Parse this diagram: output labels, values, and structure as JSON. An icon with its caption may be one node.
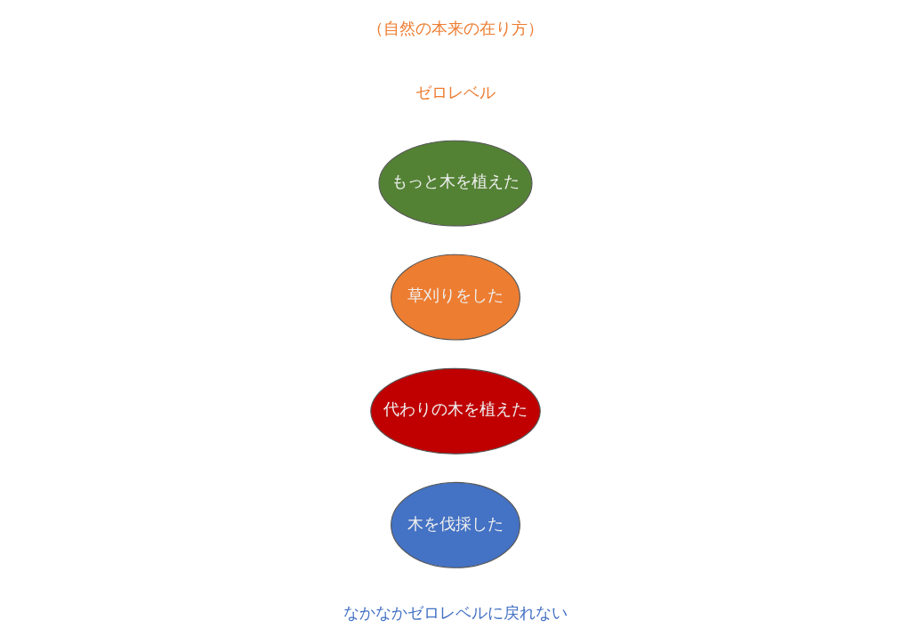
{
  "diagram": {
    "nodes": [
      {
        "text": [
          "木を伐採した"
        ]
      },
      {
        "text": [
          "代わりの木を植えた"
        ]
      },
      {
        "text": [
          "草刈りをした"
        ]
      },
      {
        "text": [
          "もっと木を植えた"
        ]
      }
    ],
    "labels": [
      "なかなかゼロレベルに戻れない",
      "ゼロレベル",
      "（自然の本来の在り方）"
    ]
  }
}
